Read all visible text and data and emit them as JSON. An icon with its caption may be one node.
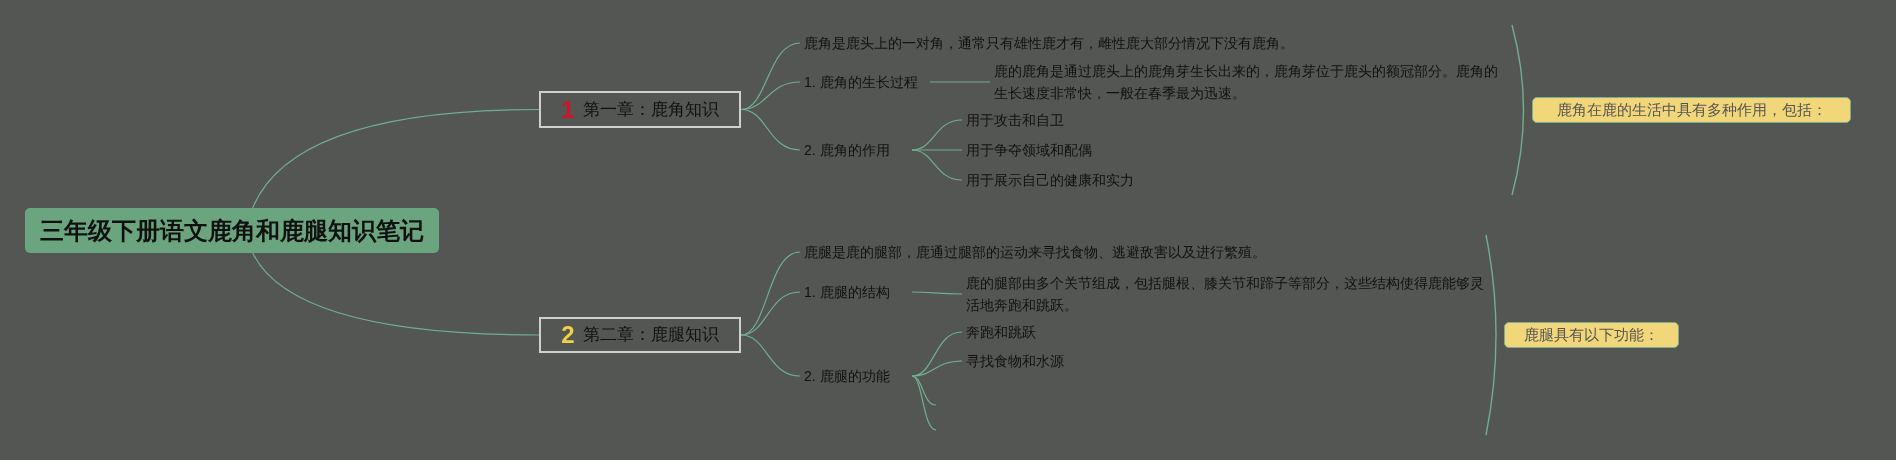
{
  "diagram": {
    "nodes": [
      {
        "text": [
          "三年级下册语文鹿角和鹿腿知识笔记"
        ]
      },
      {
        "text": [
          "1",
          "第一章：鹿角知识"
        ]
      },
      {
        "text": [
          "鹿角是鹿头上的一对角，通常只有雄性鹿才有，雌性鹿大部分情况下没有鹿角。"
        ]
      },
      {
        "text": [
          "1. 鹿角的生长过程"
        ]
      },
      {
        "text": [
          "鹿的鹿角是通过鹿头上的鹿角芽生长出来的，鹿角芽位于鹿头的额冠部分。鹿角的生长速度非常快，一般在春季最为迅速。"
        ]
      },
      {
        "text": [
          "2. 鹿角的作用"
        ]
      },
      {
        "text": [
          "用于攻击和自卫"
        ]
      },
      {
        "text": [
          "用于争夺领域和配偶"
        ]
      },
      {
        "text": [
          "用于展示自己的健康和实力"
        ]
      },
      {
        "text": [
          "鹿角在鹿的生活中具有多种作用，包括："
        ]
      },
      {
        "text": [
          "2",
          "第二章：鹿腿知识"
        ]
      },
      {
        "text": [
          "鹿腿是鹿的腿部，鹿通过腿部的运动来寻找食物、逃避敌害以及进行繁殖。"
        ]
      },
      {
        "text": [
          "1. 鹿腿的结构"
        ]
      },
      {
        "text": [
          "鹿的腿部由多个关节组成，包括腿根、膝关节和蹄子等部分，这些结构使得鹿能够灵活地奔跑和跳跃。"
        ]
      },
      {
        "text": [
          "2. 鹿腿的功能"
        ]
      },
      {
        "text": [
          "奔跑和跳跃"
        ]
      },
      {
        "text": [
          "寻找食物和水源"
        ]
      },
      {
        "text": [
          "鹿腿具有以下功能："
        ]
      }
    ],
    "edges": [
      {
        "from": 0,
        "to": 1,
        "arrow": "none"
      },
      {
        "from": 0,
        "to": 10,
        "arrow": "none"
      },
      {
        "from": 1,
        "to": 2,
        "arrow": "none"
      },
      {
        "from": 1,
        "to": 3,
        "arrow": "none"
      },
      {
        "from": 1,
        "to": 5,
        "arrow": "none"
      },
      {
        "from": 3,
        "to": 4,
        "arrow": "none"
      },
      {
        "from": 5,
        "to": 6,
        "arrow": "none"
      },
      {
        "from": 5,
        "to": 7,
        "arrow": "none"
      },
      {
        "from": 5,
        "to": 8,
        "arrow": "none"
      },
      {
        "from": 10,
        "to": 11,
        "arrow": "none"
      },
      {
        "from": 10,
        "to": 12,
        "arrow": "none"
      },
      {
        "from": 10,
        "to": 14,
        "arrow": "none"
      },
      {
        "from": 12,
        "to": 13,
        "arrow": "none"
      },
      {
        "from": 14,
        "to": 15,
        "arrow": "none"
      },
      {
        "from": 14,
        "to": 16,
        "arrow": "none"
      },
      {
        "from": 14,
        "to": null,
        "arrow": "none"
      },
      {
        "from": 14,
        "to": null,
        "arrow": "none"
      }
    ]
  }
}
